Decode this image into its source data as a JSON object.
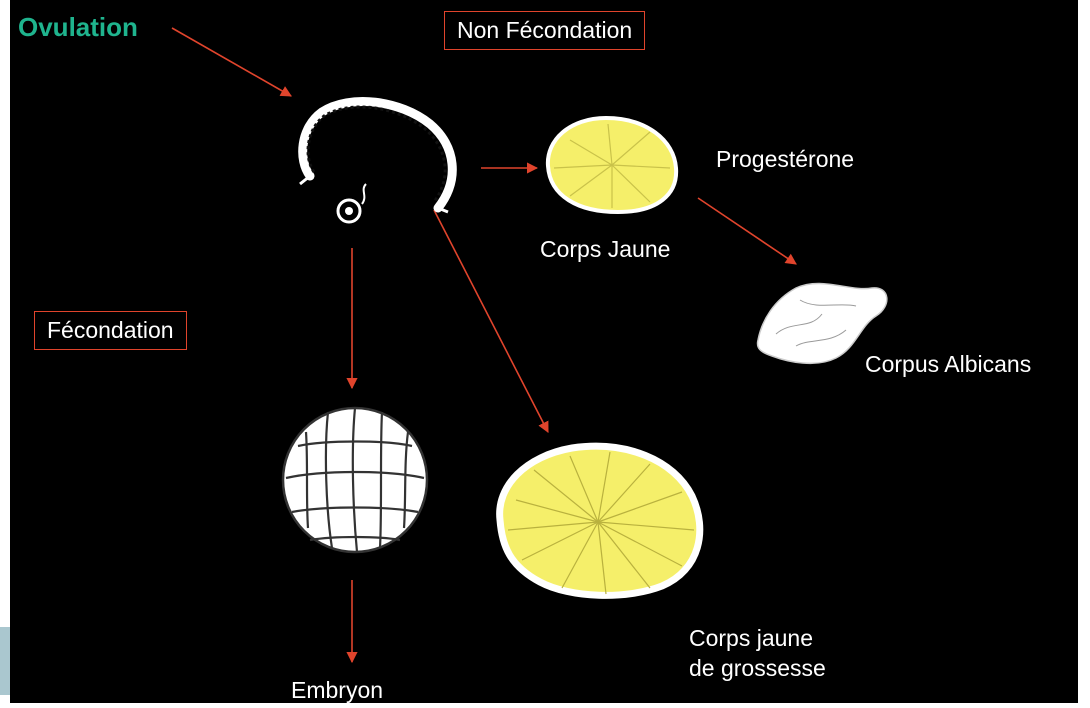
{
  "title": "Ovulation",
  "labels": {
    "non_fecondation": "Non Fécondation",
    "fecondation": "Fécondation",
    "progesterone": "Progestérone",
    "corps_jaune": "Corps Jaune",
    "corpus_albicans": "Corpus Albicans",
    "corps_jaune_grossesse_line1": "Corps jaune",
    "corps_jaune_grossesse_line2": "de grossesse",
    "embryon": "Embryon"
  },
  "colors": {
    "background": "#000000",
    "title": "#1fb48e",
    "arrow": "#e0442c",
    "corpus_luteum_fill": "#f5ef6a",
    "text": "#ffffff"
  },
  "icons": [
    "ruptured-follicle-icon",
    "ovocyte-icon",
    "corps-jaune-icon",
    "corpus-albicans-icon",
    "embryo-morula-icon",
    "corps-jaune-grossesse-icon"
  ]
}
